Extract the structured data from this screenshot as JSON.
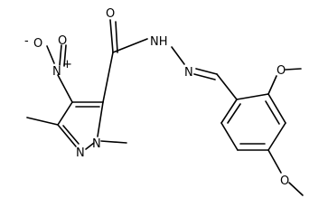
{
  "molecule": {
    "labels": {
      "nitro_o_minus": "O",
      "nitro_charge": "-",
      "nitro_n": "N",
      "nitro_charge_plus": "+",
      "nitro_o": "O",
      "carbonyl_o": "O",
      "hydrazide_nh": "NH",
      "hydrazone_n": "N",
      "ring_n1": "N",
      "ring_n2": "N",
      "methoxy_o_top": "O",
      "methoxy_o_bottom": "O"
    }
  }
}
